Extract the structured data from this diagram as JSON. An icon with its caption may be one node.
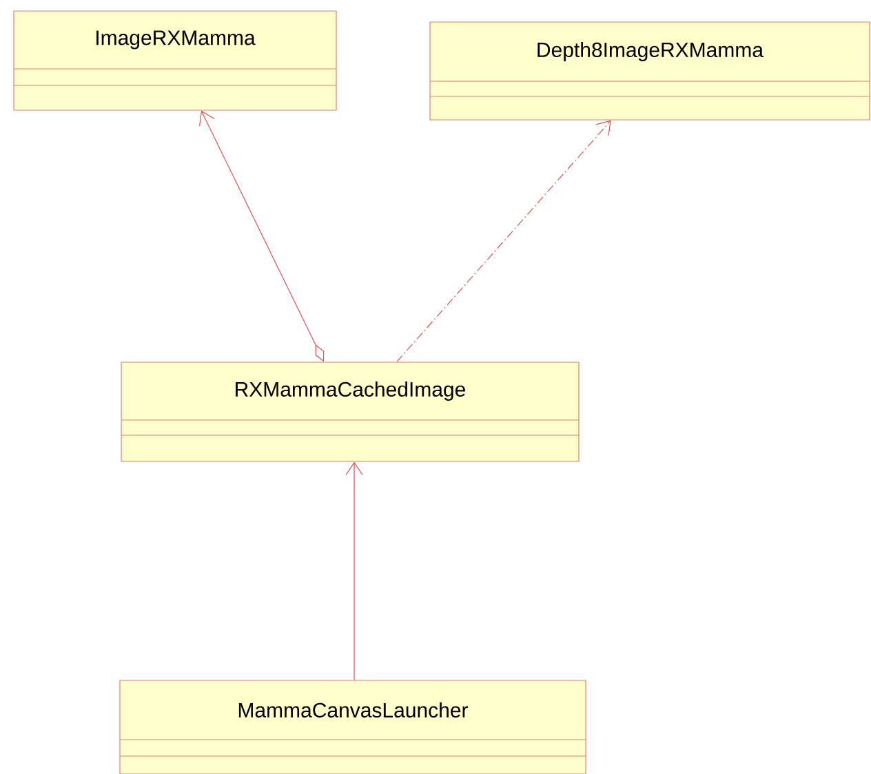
{
  "diagram": {
    "nodes": [
      {
        "text": [
          "ImageRXMamma"
        ]
      },
      {
        "text": [
          "Depth8ImageRXMamma"
        ]
      },
      {
        "text": [
          "RXMammaCachedImage"
        ]
      },
      {
        "text": [
          "MammaCanvasLauncher"
        ]
      }
    ],
    "edges": [
      {
        "from": 2,
        "to": 0,
        "arrow": "to"
      },
      {
        "from": 2,
        "to": 1,
        "arrow": "to",
        "style": "dashed"
      },
      {
        "from": 3,
        "to": 2,
        "arrow": "to"
      }
    ]
  }
}
